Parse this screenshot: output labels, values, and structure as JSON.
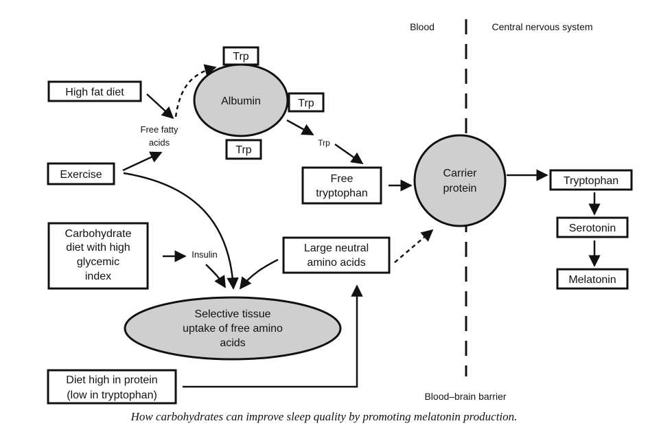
{
  "regions": {
    "blood": "Blood",
    "cns": "Central nervous system",
    "barrier": "Blood–brain barrier"
  },
  "nodes": {
    "high_fat_diet": "High fat diet",
    "exercise": "Exercise",
    "carb_diet": [
      "Carbohydrate",
      "diet with high",
      "glycemic",
      "index"
    ],
    "protein_diet": [
      "Diet high in protein",
      "(low in tryptophan)"
    ],
    "albumin": "Albumin",
    "trp": "Trp",
    "free_fatty_acids": [
      "Free fatty",
      "acids"
    ],
    "trp_arrow_label": "Trp",
    "free_tryptophan": [
      "Free",
      "tryptophan"
    ],
    "carrier_protein": [
      "Carrier",
      "protein"
    ],
    "large_neutral": [
      "Large neutral",
      "amino acids"
    ],
    "insulin": "Insulin",
    "selective_uptake": [
      "Selective tissue",
      "uptake of free amino",
      "acids"
    ],
    "tryptophan": "Tryptophan",
    "serotonin": "Serotonin",
    "melatonin": "Melatonin"
  },
  "caption": "How carbohydrates can improve sleep quality by promoting melatonin production."
}
